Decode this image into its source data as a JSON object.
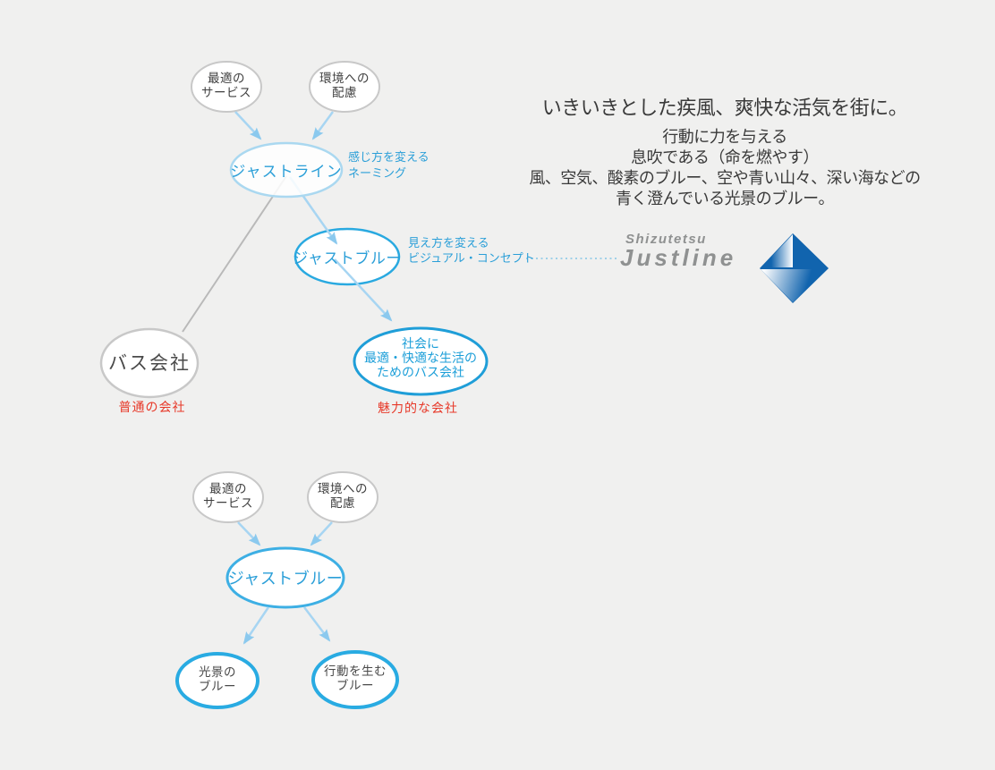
{
  "colors": {
    "background": "#f0f0ef",
    "gray_ellipse_border": "#c8c8c8",
    "light_blue_border": "#aad8f0",
    "cyan_border": "#29abe2",
    "blue_text": "#2b9fd8",
    "arrow_blue": "#a7d5f2",
    "red": "#e73828",
    "logo_gray": "#8f9191",
    "logo_blue": "#1164ae"
  },
  "top_diagram": {
    "optimal_service": {
      "line1": "最適の",
      "line2": "サービス"
    },
    "environment": {
      "line1": "環境への",
      "line2": "配慮"
    },
    "justline": {
      "label": "ジャストライン"
    },
    "naming_note": {
      "line1": "感じ方を変える",
      "line2": "ネーミング"
    },
    "justblue": {
      "label": "ジャストブルー"
    },
    "visual_note": {
      "line1": "見え方を変える",
      "line2": "ビジュアル・コンセプト"
    },
    "social_bus": {
      "line1": "社会に",
      "line2": "最適・快適な生活の",
      "line3": "ためのバス会社"
    },
    "bus_company": {
      "label": "バス会社"
    },
    "ordinary_company": {
      "label": "普通の会社"
    },
    "attractive_company": {
      "label": "魅力的な会社"
    }
  },
  "tagline": {
    "title": "いきいきとした疾風、爽快な活気を街に。",
    "line1": "行動に力を与える",
    "line2": "息吹である（命を燃やす）",
    "line3": "風、空気、酸素のブルー、空や青い山々、深い海などの",
    "line4": "青く澄んでいる光景のブルー。"
  },
  "logo": {
    "company": "Shizutetsu",
    "brand": "Justline"
  },
  "bottom_diagram": {
    "optimal_service": {
      "line1": "最適の",
      "line2": "サービス"
    },
    "environment": {
      "line1": "環境への",
      "line2": "配慮"
    },
    "justblue": {
      "label": "ジャストブルー"
    },
    "scenery_blue": {
      "line1": "光景の",
      "line2": "ブルー"
    },
    "action_blue": {
      "line1": "行動を生む",
      "line2": "ブルー"
    }
  }
}
